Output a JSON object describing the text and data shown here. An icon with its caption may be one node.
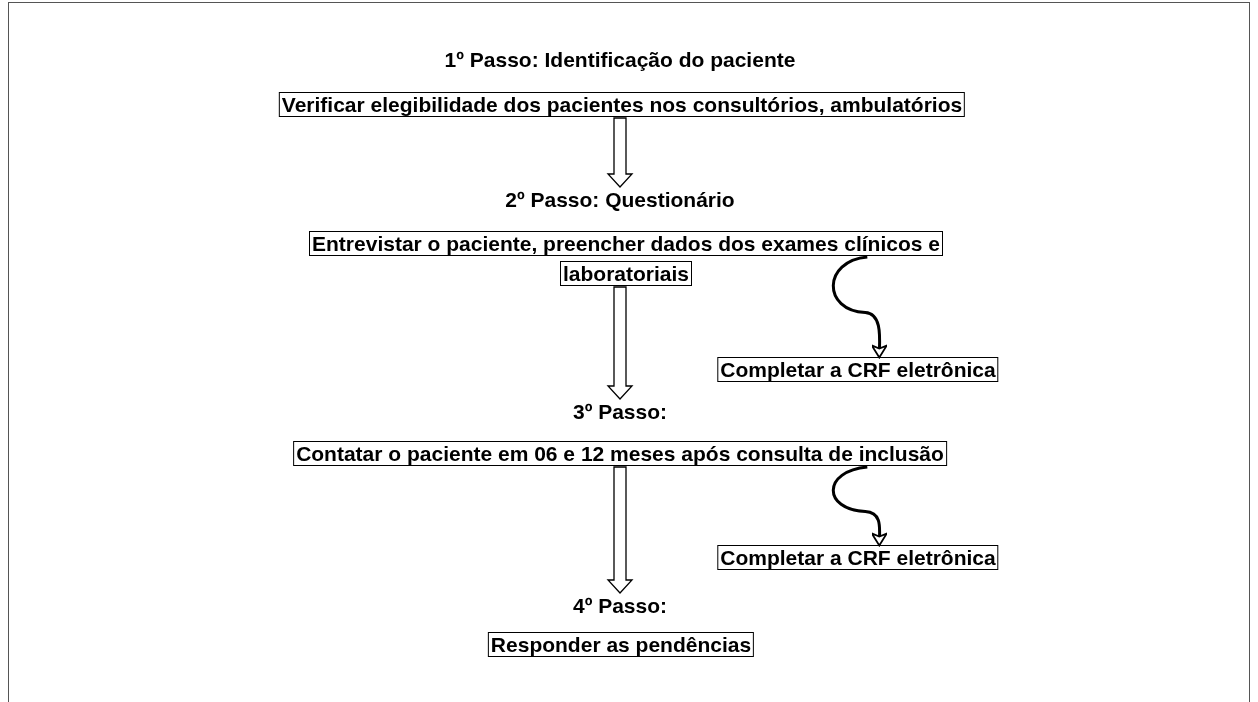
{
  "diagram": {
    "nodes": [
      {
        "text": [
          "1º Passo: Identificação do paciente"
        ]
      },
      {
        "text": [
          "Verificar elegibilidade dos pacientes nos consultórios, ambulatórios"
        ]
      },
      {
        "text": [
          "2º Passo: Questionário"
        ]
      },
      {
        "text": [
          "Entrevistar o paciente, preencher dados dos exames clínicos e laboratoriais"
        ]
      },
      {
        "text": [
          "Completar a CRF eletrônica"
        ]
      },
      {
        "text": [
          "3º Passo:"
        ]
      },
      {
        "text": [
          "Contatar o paciente em 06 e 12 meses após consulta de inclusão"
        ]
      },
      {
        "text": [
          "Completar a CRF eletrônica"
        ]
      },
      {
        "text": [
          "4º Passo:"
        ]
      },
      {
        "text": [
          "Responder as pendências"
        ]
      }
    ],
    "edges": [
      {
        "from": 1,
        "to": 2,
        "arrow": "to"
      },
      {
        "from": 3,
        "to": 4,
        "arrow": "to"
      },
      {
        "from": 3,
        "to": 5,
        "arrow": "to"
      },
      {
        "from": 6,
        "to": 7,
        "arrow": "to"
      },
      {
        "from": 6,
        "to": 8,
        "arrow": "to"
      }
    ]
  }
}
